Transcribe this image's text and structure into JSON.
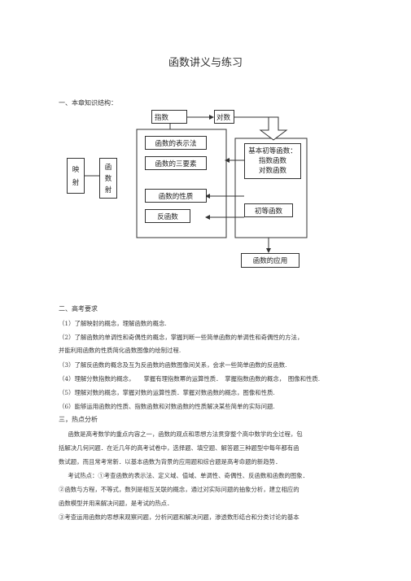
{
  "title": "函数讲义与练习",
  "section1": "一、本章知识结构：",
  "diagram": {
    "zhishu_top": "指数",
    "duishu_top": "对数",
    "yingshe": [
      "映",
      "射"
    ],
    "hanshu_vert": [
      "函",
      "数",
      "射"
    ],
    "biaoshifa": "函数的表示法",
    "sanyaosu": "函数的三要素",
    "xingzhi": "函数的性质",
    "fanhanshu": "反函数",
    "jiben_title": "基本初等函数：",
    "zhishu_func": "指数函数",
    "duishu_func": "对数函数",
    "chudeng": "初等函数",
    "yingyong": "函数的应用"
  },
  "section2": "二、高考要求",
  "requirements": [
    "（1）了解映射的概念，理解函数的概念.",
    "（2）了解函数的单调性和奇偶性的概念，掌握判断一些简单函数的单调性和奇偶性的方法，",
    "并能利用函数的性质简化函数图像的绘制过程.",
    "（3）了解反函数的概念及互为反函数的函数图像间关系，会求一些简单函数的反函数.",
    "（4）理解分数指数的概念，　　掌握有理指数幂的运算性质．　掌握指数函数的概念，　图像和性质.",
    "（5）理解对数的概念，掌握对数的运算性质．掌握对数函数的概念，图像和性质.",
    "（6）能够运用函数的性质、指数函数和对数函数的性质解决某些简单的实际问题."
  ],
  "section3": "三，热点分析",
  "hot": [
    "　函数是高考数学的重点内容之一，函数的观点和思想方法贯穿整个高中数学的全过程，包",
    "括解决几何问题．在近几年的高考试卷中，选择题、填空题、解答题三种题型中每年都有函",
    "数试题，而且常考常新．以基本函数为背景的应用题和综合题是高考命题的新趋势．",
    "　考试热点：①考查函数的表示法、定义域、值域、单调性、奇偶性、反函数和函数的图象．",
    "②函数与方程，不等式，数列是相互关联的概念，通过对实际问题的抽象分析，建立相应的",
    "函数模型并用来解决问题，是考试的热点．",
    "③考查运用函数的思想来观察问题，分析问题和解决问题，渗透数形结合和分类讨论的基本"
  ]
}
